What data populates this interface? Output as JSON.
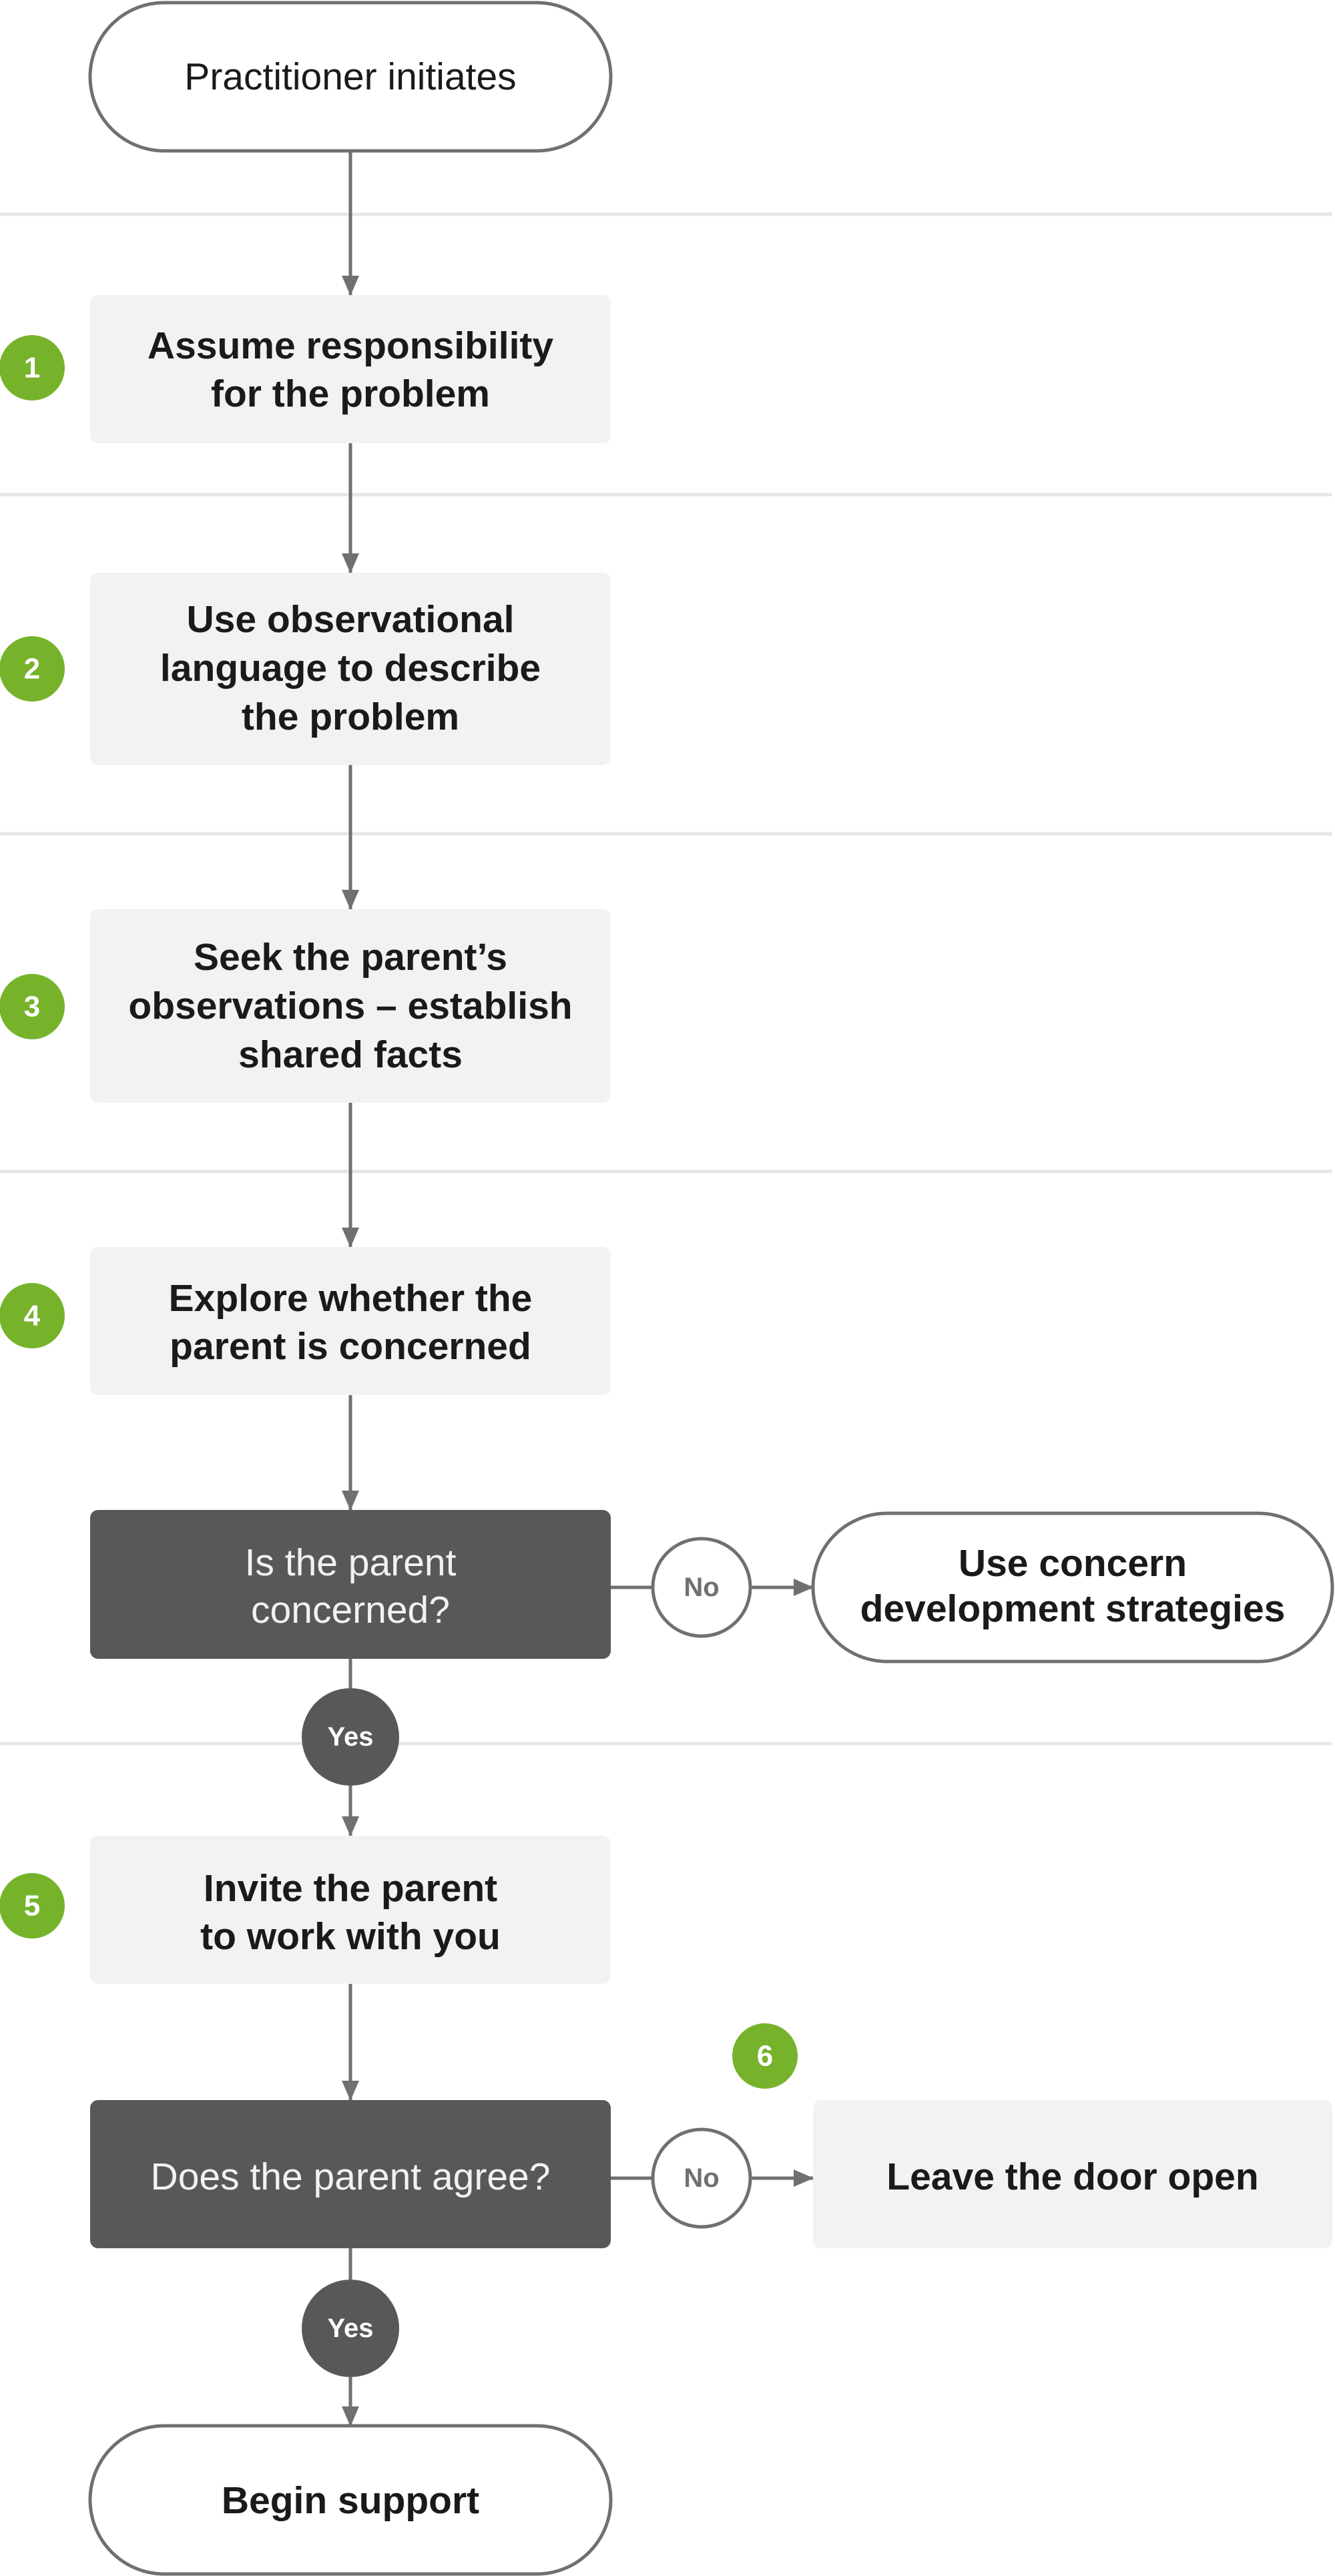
{
  "colors": {
    "step_box_fill": "#f2f2f2",
    "decision_box_fill": "#58585a",
    "step_badge": "#76b32b",
    "separator": "#e6e6e6",
    "connector": "#707070",
    "text_dark": "#1a1a1a",
    "text_light": "#f2f2f2"
  },
  "start": {
    "label": "Practitioner initiates"
  },
  "steps": [
    {
      "number": "1",
      "lines": [
        "Assume responsibility",
        "for the problem"
      ]
    },
    {
      "number": "2",
      "lines": [
        "Use observational",
        "language to describe",
        "the problem"
      ]
    },
    {
      "number": "3",
      "lines": [
        "Seek the parent’s",
        "observations – establish",
        "shared facts"
      ]
    },
    {
      "number": "4",
      "lines": [
        "Explore whether the",
        "parent is concerned"
      ]
    },
    {
      "number": "5",
      "lines": [
        "Invite the parent",
        "to work with you"
      ]
    }
  ],
  "decisions": [
    {
      "question_lines": [
        "Is the parent",
        "concerned?"
      ],
      "no_label": "No",
      "yes_label": "Yes",
      "no_outcome_lines": [
        "Use concern",
        "development strategies"
      ]
    },
    {
      "question_lines": [
        "Does the parent agree?"
      ],
      "no_label": "No",
      "yes_label": "Yes",
      "no_outcome_number": "6",
      "no_outcome_lines": [
        "Leave the door open"
      ]
    }
  ],
  "end": {
    "label": "Begin support"
  }
}
